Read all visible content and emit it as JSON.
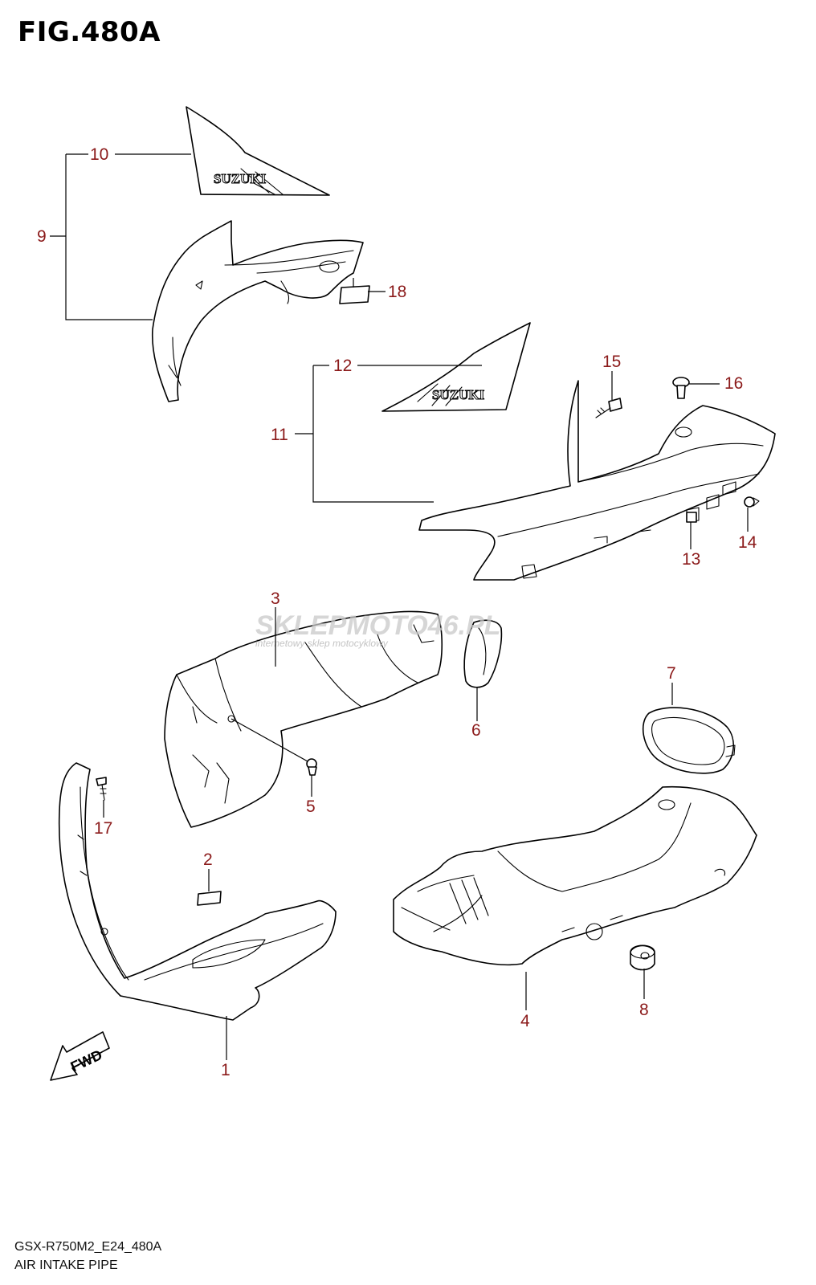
{
  "figure": {
    "title": "FIG.480A",
    "model_code": "GSX-R750M2_E24_480A",
    "caption": "AIR INTAKE PIPE"
  },
  "decal_text": "SUZUKI",
  "fwd_label": "FWD",
  "watermark": {
    "main": "SKLEPMOTO46.PL",
    "sub": "internetowy sklep motocyklowy"
  },
  "callouts": {
    "c1": "1",
    "c2": "2",
    "c3": "3",
    "c4": "4",
    "c5": "5",
    "c6": "6",
    "c7": "7",
    "c8": "8",
    "c9": "9",
    "c10": "10",
    "c11": "11",
    "c12": "12",
    "c13": "13",
    "c14": "14",
    "c15": "15",
    "c16": "16",
    "c17": "17",
    "c18": "18"
  },
  "colors": {
    "callout": "#8b1a1a",
    "line": "#000000",
    "watermark": "#c9c9c9"
  }
}
